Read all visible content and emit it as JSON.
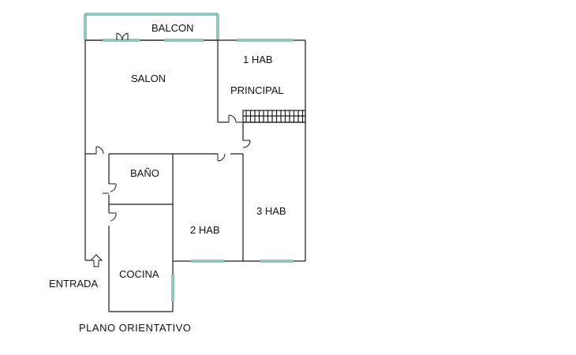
{
  "plan": {
    "rooms": {
      "balcon": "BALCON",
      "hab1_line1": "1 HAB",
      "hab1_line2": "PRINCIPAL",
      "salon": "SALON",
      "bano": "BAÑO",
      "hab2": "2 HAB",
      "hab3": "3 HAB",
      "cocina": "COCINA"
    },
    "entrance": "ENTRADA",
    "caption": "PLANO ORIENTATIVO"
  },
  "colors": {
    "wall": "#1a1a1a",
    "window": "#2e8b80",
    "background": "#ffffff"
  }
}
